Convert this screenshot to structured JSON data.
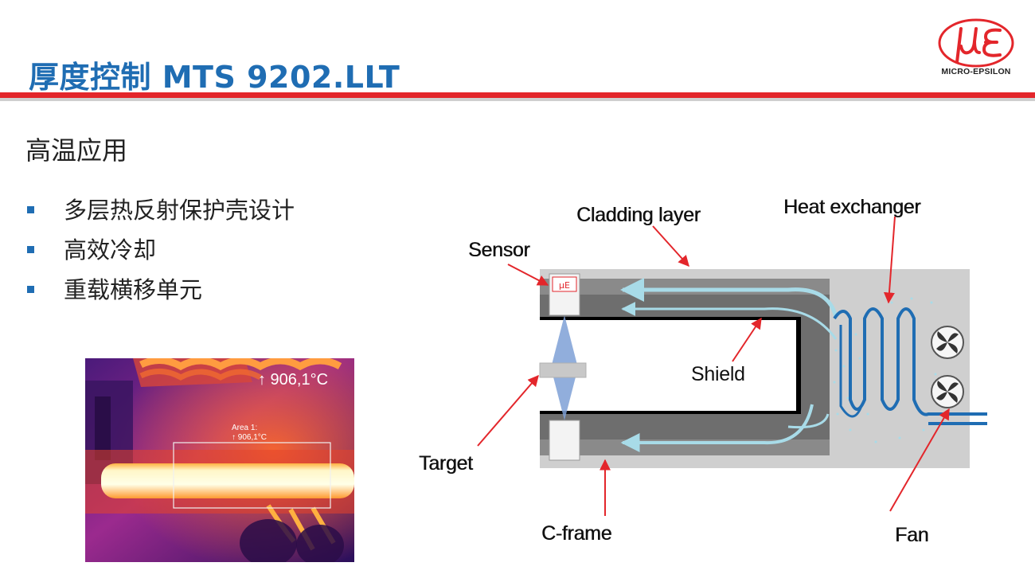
{
  "header": {
    "title": "厚度控制 MTS 9202.LLT",
    "logo_text": "MICRO-EPSILON",
    "brand_red": "#e3262b",
    "title_blue": "#1f6db3"
  },
  "content": {
    "subtitle": "高温应用",
    "bullets": [
      "多层热反射保护壳设计",
      "高效冷却",
      "重载横移单元"
    ]
  },
  "thermal_image": {
    "temperature_reading": "↑ 906,1°C",
    "area_label_line1": "Area 1:",
    "area_label_line2": "↑ 906,1°C"
  },
  "diagram": {
    "labels": {
      "cladding_layer": "Cladding layer",
      "heat_exchanger": "Heat exchanger",
      "sensor": "Sensor",
      "shield": "Shield",
      "target": "Target",
      "c_frame": "C-frame",
      "fan": "Fan"
    },
    "arrow_color": "#e3262b",
    "coolant_color": "#1f6db3"
  }
}
